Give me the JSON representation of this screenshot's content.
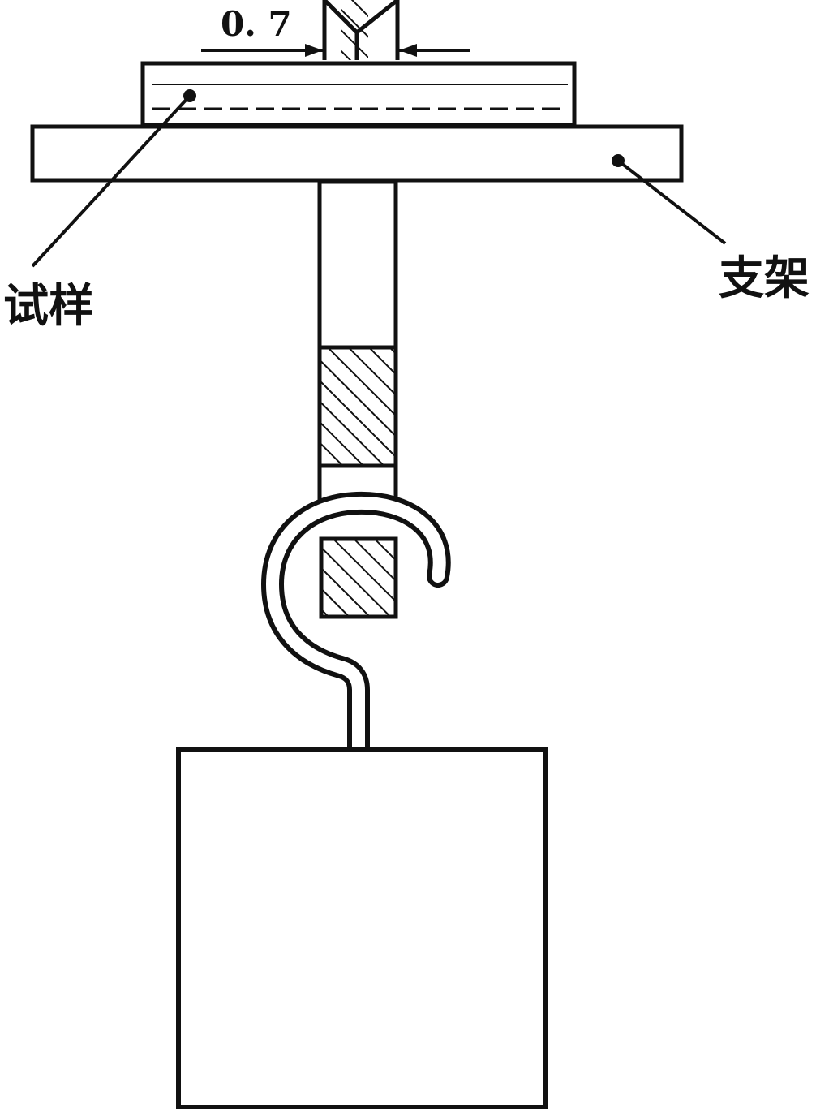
{
  "labels": {
    "dimension": "0. 7",
    "sample": "试样",
    "bracket": "支架"
  },
  "colors": {
    "stroke": "#111111",
    "background": "#ffffff"
  }
}
